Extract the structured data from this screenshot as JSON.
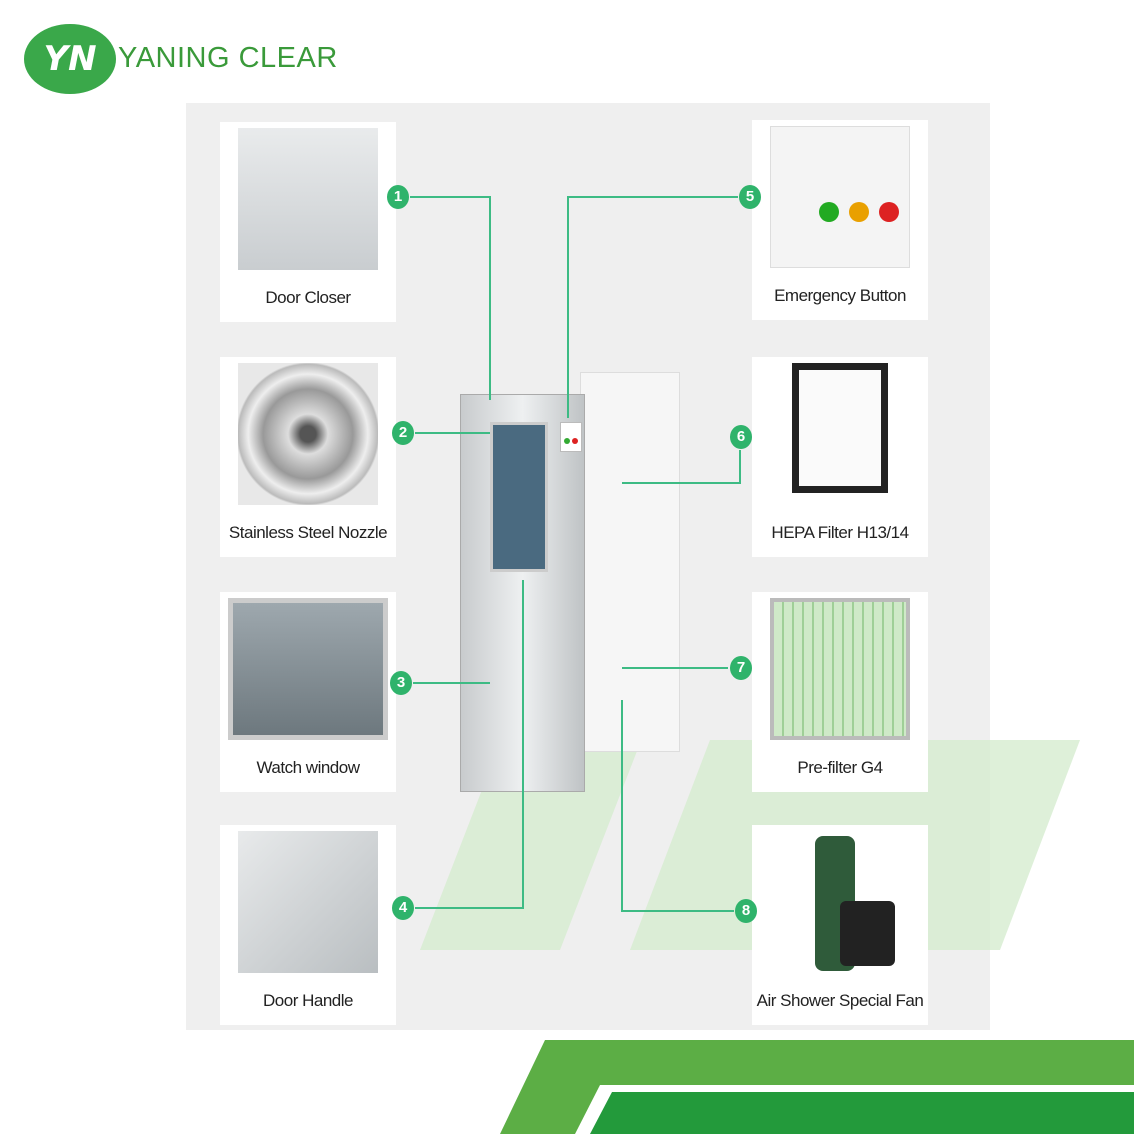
{
  "brand": {
    "name": "YANING CLEAR",
    "logo_text": "YN"
  },
  "components": [
    {
      "number": "1",
      "label": "Door Closer",
      "side": "left"
    },
    {
      "number": "2",
      "label": "Stainless Steel Nozzle",
      "side": "left"
    },
    {
      "number": "3",
      "label": "Watch window",
      "side": "left"
    },
    {
      "number": "4",
      "label": "Door Handle",
      "side": "left"
    },
    {
      "number": "5",
      "label": "Emergency Button",
      "side": "right"
    },
    {
      "number": "6",
      "label": "HEPA Filter H13/14",
      "side": "right"
    },
    {
      "number": "7",
      "label": "Pre-filter G4",
      "side": "right"
    },
    {
      "number": "8",
      "label": "Air Shower Special Fan",
      "side": "right"
    }
  ],
  "colors": {
    "accent": "#2fb36b",
    "brand": "#3aa84a",
    "panel": "#efefef"
  }
}
